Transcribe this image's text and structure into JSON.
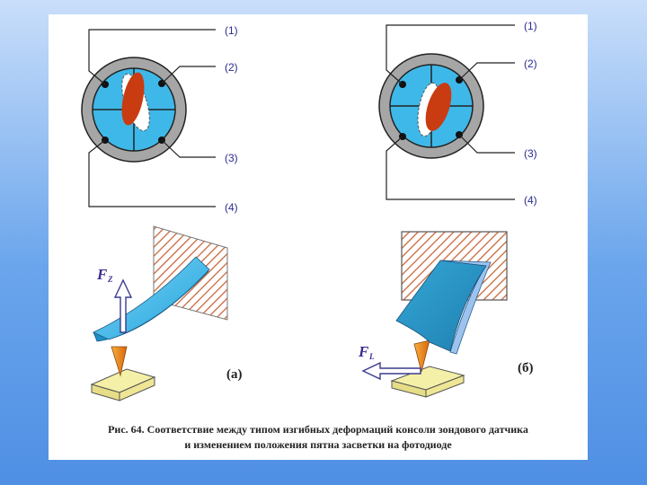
{
  "labels": {
    "left": [
      "(1)",
      "(2)",
      "(3)",
      "(4)"
    ],
    "right": [
      "(1)",
      "(2)",
      "(3)",
      "(4)"
    ]
  },
  "panels": {
    "a": "(а)",
    "b": "(б)"
  },
  "forces": {
    "fz": {
      "main": "F",
      "sub": "Z"
    },
    "fl": {
      "main": "F",
      "sub": "L"
    }
  },
  "caption": {
    "line1": "Рис. 64. Соответствие между типом изгибных деформаций консоли зондового датчика",
    "line2": "и изменением положения пятна засветки на фотодиоде"
  },
  "colors": {
    "quadrant": "#3eb8e8",
    "ring": "#a6a6a6",
    "spot": "#c93b10",
    "cantilever": "#2fb1e6",
    "tip": "#f08a1c",
    "base": "#f5f0a8",
    "hatch": "#c8683c"
  }
}
